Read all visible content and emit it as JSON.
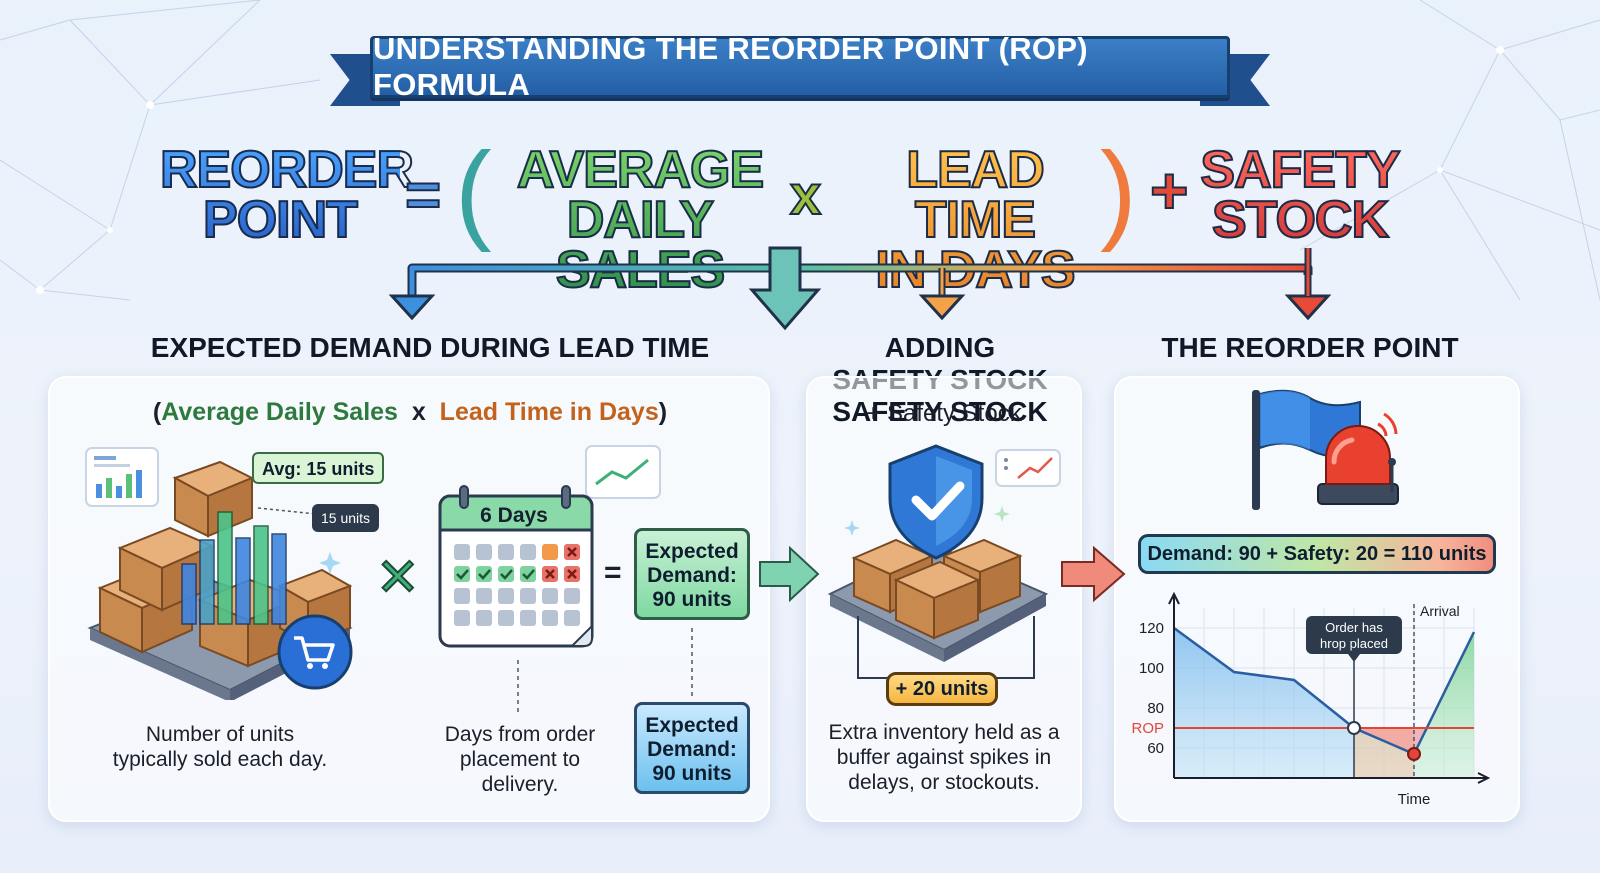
{
  "title": "UNDERSTANDING THE REORDER POINT (ROP) FORMULA",
  "formula": {
    "reorder_point": [
      "REORDER",
      "POINT"
    ],
    "equals": "=",
    "open_paren": "(",
    "average_daily_sales": [
      "AVERAGE",
      "DAILY SALES"
    ],
    "times": "x",
    "lead_time": [
      "LEAD TIME",
      "IN DAYS"
    ],
    "close_paren": ")",
    "plus": "+",
    "safety_stock": [
      "SAFETY",
      "STOCK"
    ]
  },
  "sections": {
    "expected_demand": {
      "heading": "EXPECTED DEMAND DURING LEAD TIME",
      "subformula": {
        "open": "(",
        "avg": "Average Daily Sales",
        "x": "x",
        "lead": "Lead Time in Days",
        "close": ")"
      },
      "avg_tag": "Avg: 15 units",
      "units_tag": "15 units",
      "calendar_title": "6 Days",
      "multiply_sign": "✕",
      "equals_sign": "=",
      "expected_box_1": [
        "Expected",
        "Demand:",
        "90 units"
      ],
      "expected_box_2": [
        "Expected",
        "Demand:",
        "90 units"
      ],
      "caption_left": [
        "Number of units",
        "typically sold each day."
      ],
      "caption_mid": [
        "Days from order",
        "placement to",
        "delivery."
      ]
    },
    "safety_stock": {
      "heading": [
        "ADDING",
        "SAFETY STOCK"
      ],
      "sub": "+ Safety Stock",
      "units_badge": "+ 20 units",
      "caption": [
        "Extra inventory held as a",
        "buffer against spikes in",
        "delays, or stockouts."
      ]
    },
    "reorder_point": {
      "heading": "THE REORDER POINT",
      "demand_pill": "Demand: 90 + Safety: 20 = 110 units",
      "chart_callout": [
        "Order has",
        "hrop placed"
      ],
      "arrival_label": "Arrival",
      "rop_label": "ROP",
      "time_label": "Time"
    }
  },
  "colors": {
    "ribbon": "#245fa6",
    "reorder_point": "#3f86e0",
    "average_daily_sales": "#2e8e4a",
    "lead_time": "#e8822a",
    "safety_stock": "#d43a3a"
  },
  "chart_data": {
    "type": "line",
    "title": "",
    "xlabel": "Time",
    "ylabel": "",
    "yticks": [
      120,
      100,
      80,
      60
    ],
    "ylim": [
      45,
      130
    ],
    "rop": 70,
    "x": [
      0,
      1,
      2,
      3,
      4,
      5
    ],
    "series": [
      {
        "values": [
          120,
          98,
          94,
          70,
          57,
          118
        ]
      }
    ],
    "markers": {
      "order_placed_x": 3,
      "arrival_x": 4
    }
  }
}
